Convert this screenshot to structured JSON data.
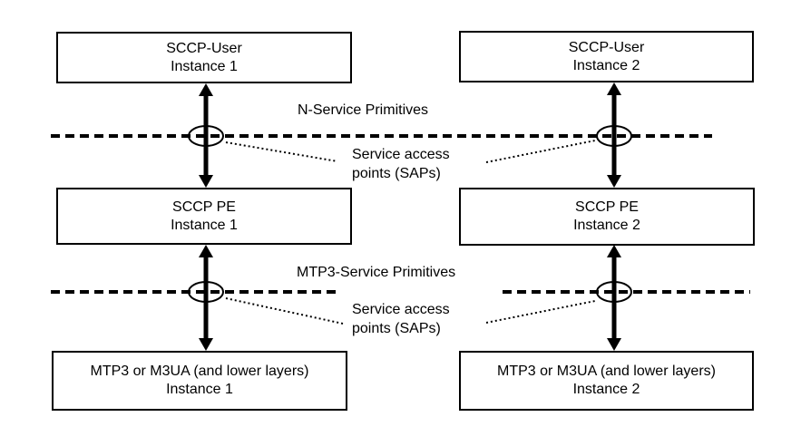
{
  "boxes": [
    {
      "line1": "SCCP-User",
      "line2": "Instance 1"
    },
    {
      "line1": "SCCP-User",
      "line2": "Instance 2"
    },
    {
      "line1": "SCCP PE",
      "line2": "Instance 1"
    },
    {
      "line1": "SCCP PE",
      "line2": "Instance 2"
    },
    {
      "line1": "MTP3 or M3UA (and lower layers)",
      "line2": "Instance 1"
    },
    {
      "line1": "MTP3 or M3UA (and lower layers)",
      "line2": "Instance 2"
    }
  ],
  "labels": {
    "n_service": "N-Service Primitives",
    "mtp3_service": "MTP3-Service Primitives",
    "sap_top_line1": "Service access",
    "sap_top_line2": "points (SAPs)",
    "sap_bottom_line1": "Service access",
    "sap_bottom_line2": "points (SAPs)"
  },
  "colors": {
    "line": "#000000",
    "background": "#ffffff"
  }
}
